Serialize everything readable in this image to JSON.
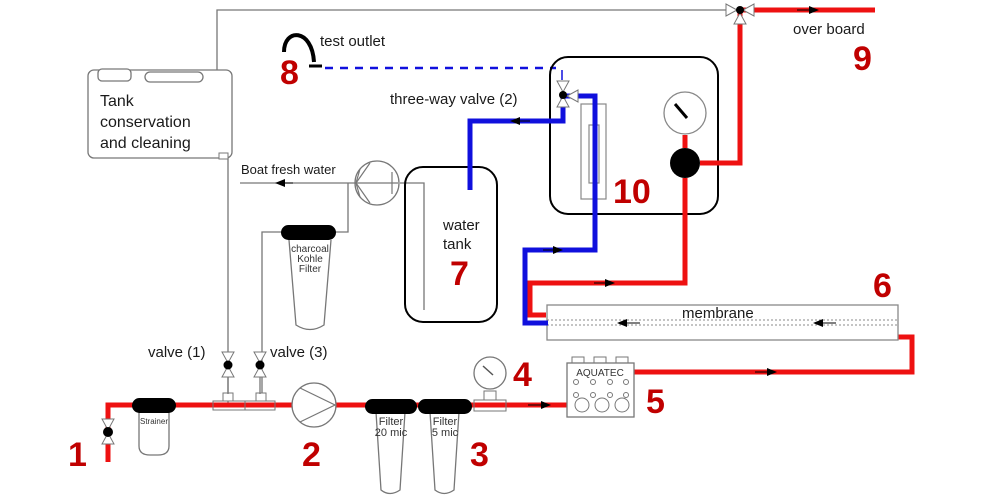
{
  "title": "Watermaker installation diagram",
  "colors": {
    "feed": "#ee1111",
    "permeate": "#1010dd",
    "line": "#888888",
    "number": "#c00000"
  },
  "labels": {
    "tank": [
      "Tank",
      "conservation",
      "and cleaning"
    ],
    "test_outlet": "test outlet",
    "three_way_valve": "three-way valve (2)",
    "over_board": "over board",
    "boat_fresh_water": "Boat fresh water",
    "charcoal": [
      "charcoal",
      "Kohle",
      "Filter"
    ],
    "water_tank": [
      "water",
      "tank"
    ],
    "membrane": "membrane",
    "valve1": "valve (1)",
    "valve3": "valve (3)",
    "strainer": "Strainer",
    "filter20": [
      "Filter",
      "20 mic"
    ],
    "filter5": [
      "Filter",
      "5 mic"
    ],
    "aquatec": "AQUATEC"
  },
  "numbers": {
    "n1": "1",
    "n2": "2",
    "n3": "3",
    "n4": "4",
    "n5": "5",
    "n6": "6",
    "n7": "7",
    "n8": "8",
    "n9": "9",
    "n10": "10"
  }
}
